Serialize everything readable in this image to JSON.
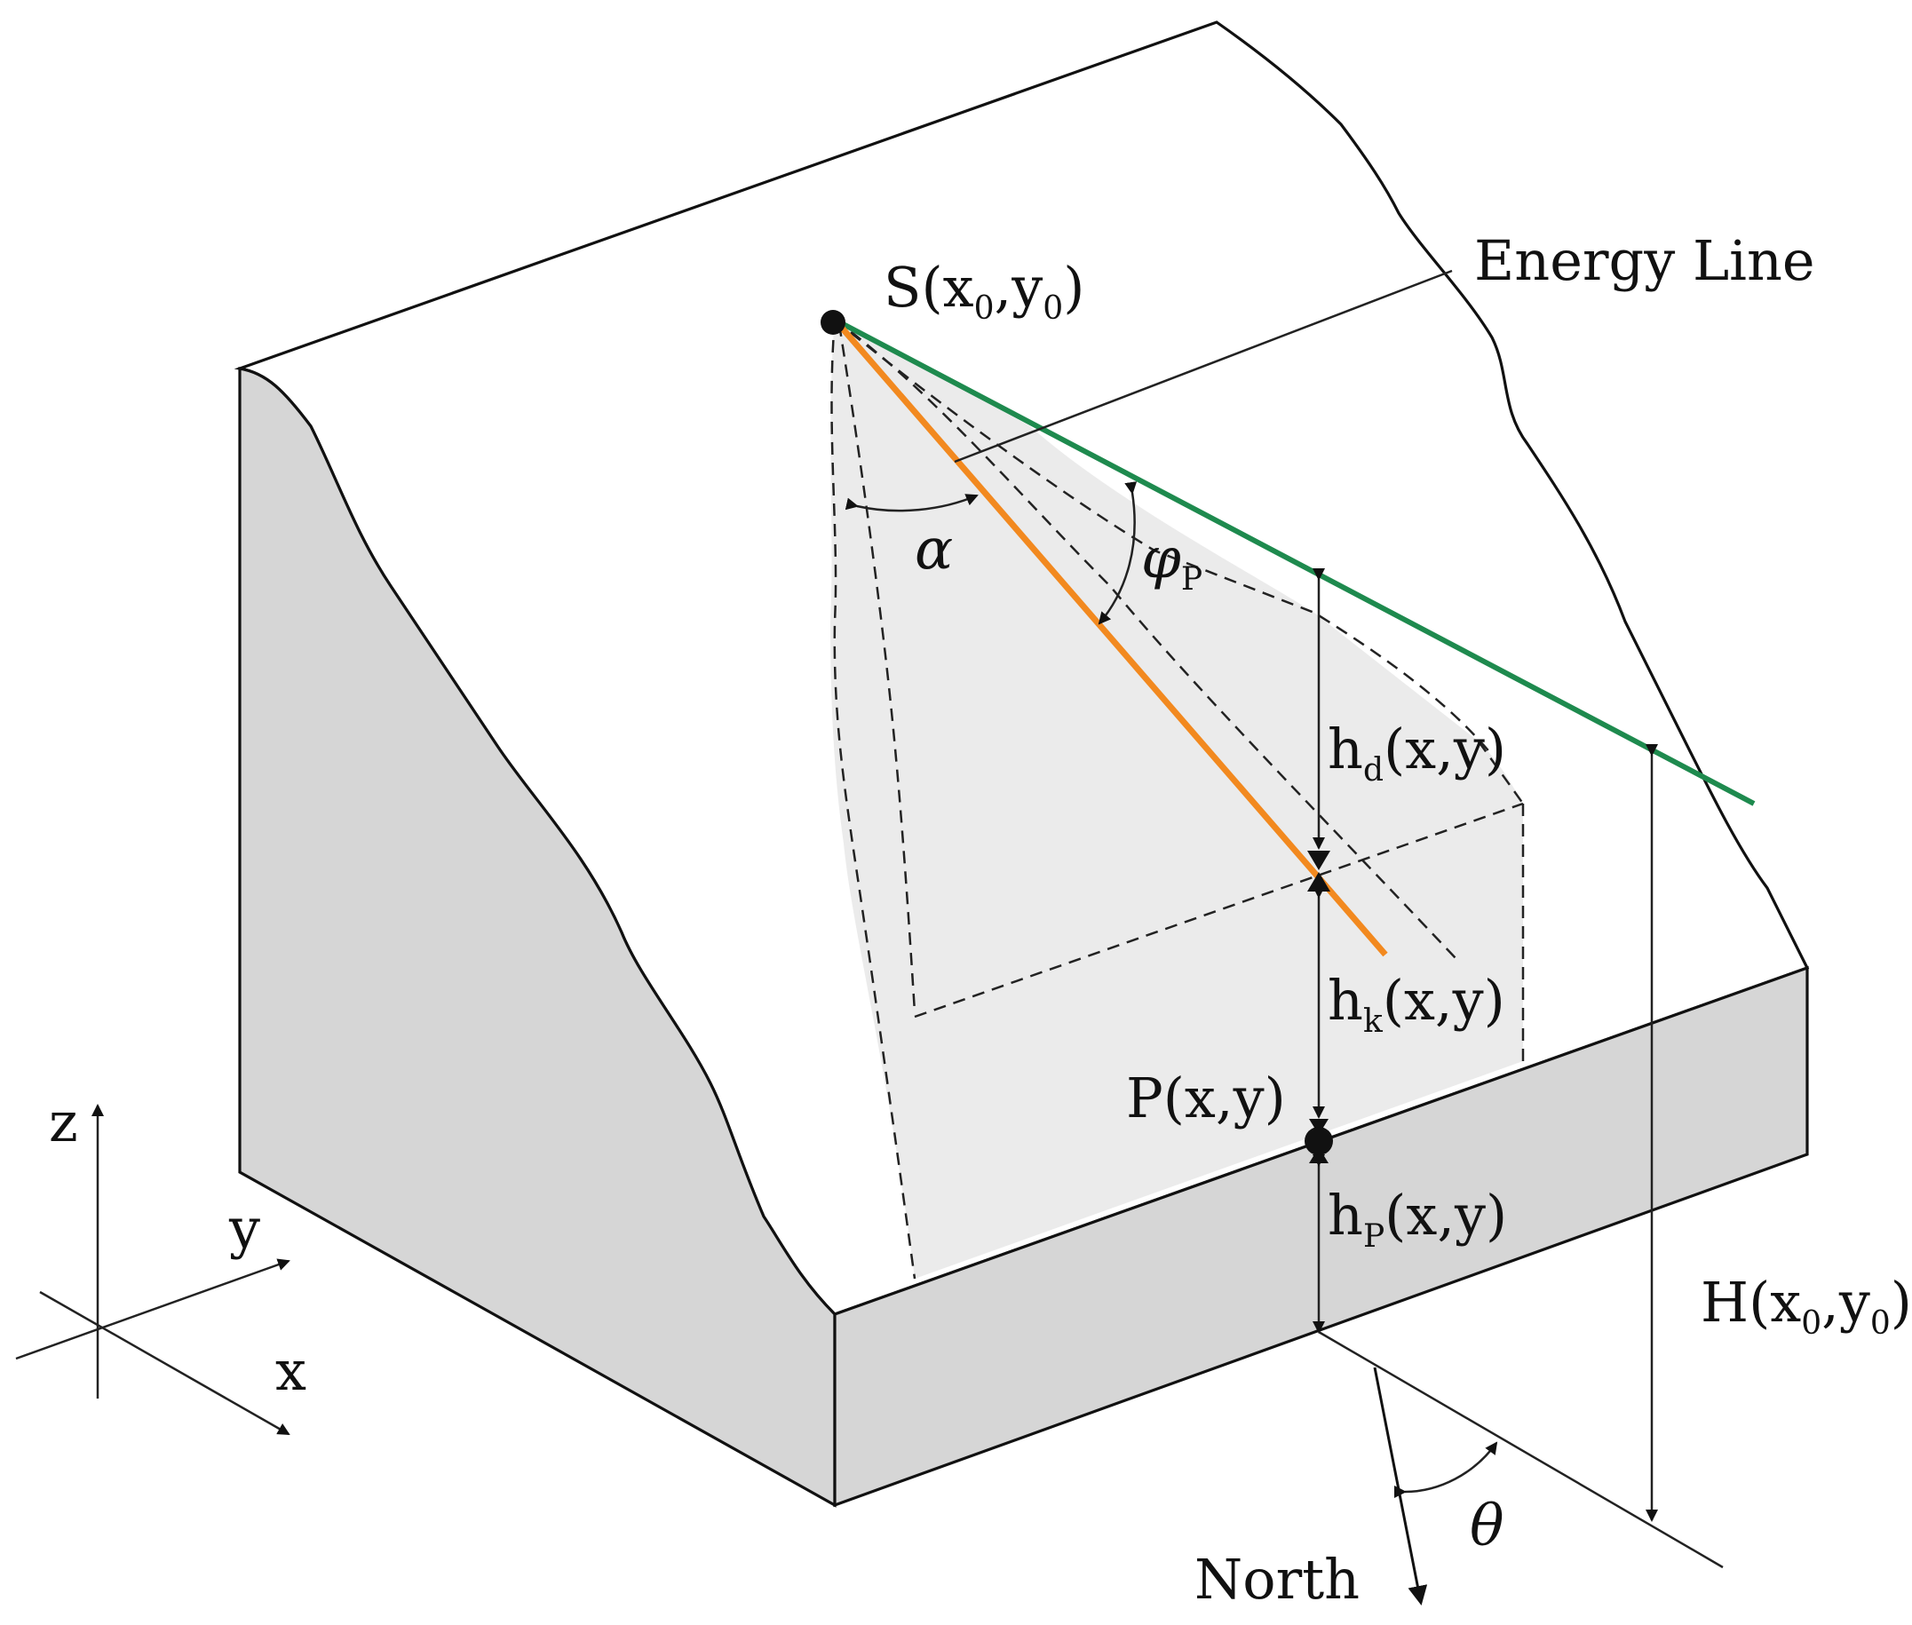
{
  "labels": {
    "source_prefix": "S(x",
    "source_sub_x": "0",
    "source_mid": ",y",
    "source_sub_y": "0",
    "source_suffix": ")",
    "energy_line": "Energy Line",
    "alpha": "α",
    "phi": "φ",
    "phi_sub": "P",
    "hd_main": "h",
    "hd_sub": "d",
    "hd_rest": "(x,y)",
    "hk_main": "h",
    "hk_sub": "k",
    "hk_rest": "(x,y)",
    "point_p": "P(x,y)",
    "hp_main": "h",
    "hp_sub": "P",
    "hp_rest": "(x,y)",
    "H_prefix": "H(x",
    "H_sub_x": "0",
    "H_mid": ",y",
    "H_sub_y": "0",
    "H_suffix": ")",
    "theta": "θ",
    "north": "North",
    "axis_z": "z",
    "axis_y": "y",
    "axis_x": "x"
  },
  "colors": {
    "energy_line": "#1e8a4e",
    "runout_line": "#f2891f",
    "face_fill": "#d6d6d6",
    "cone_fill": "#ebebeb",
    "outline": "#111111"
  }
}
